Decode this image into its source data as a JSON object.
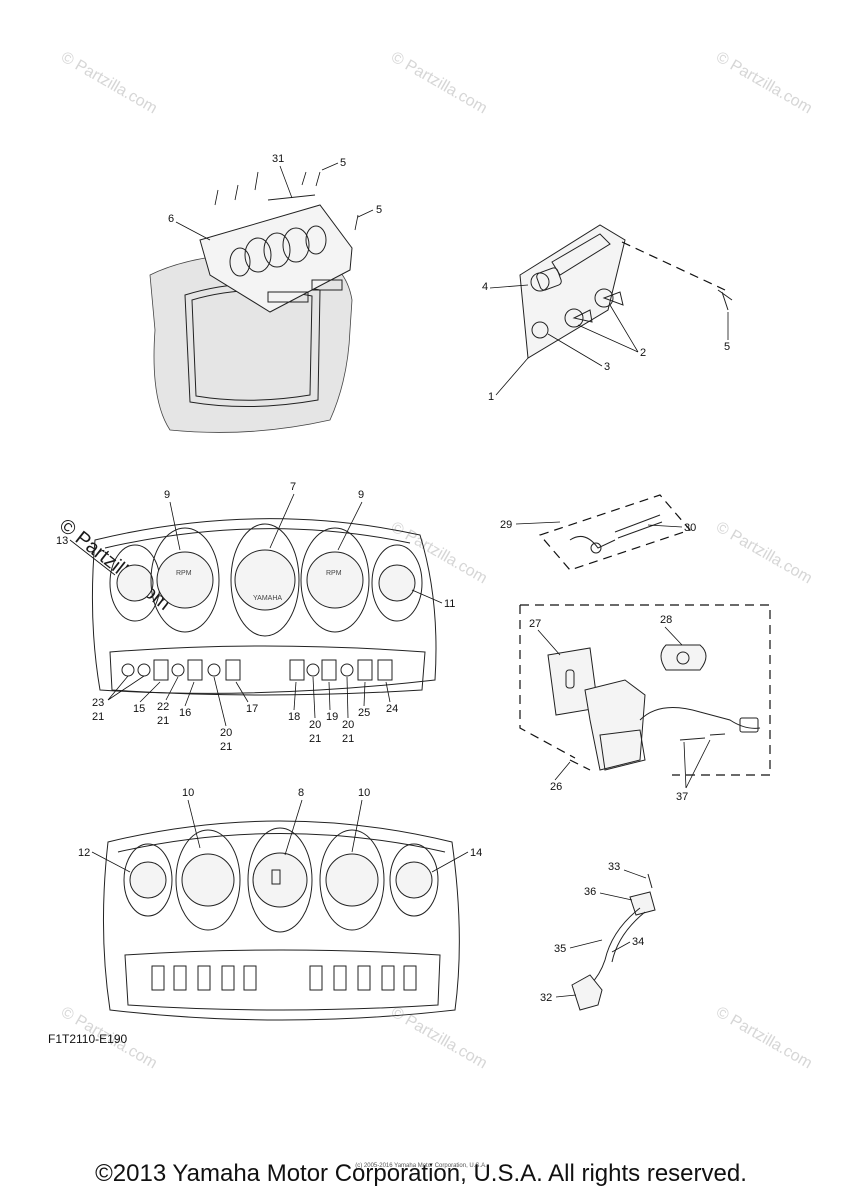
{
  "watermark": {
    "text": "© Partzilla.com"
  },
  "diagram_code": "F1T2110-E190",
  "footer": {
    "copyright": "©2013 Yamaha Motor Corporation, U.S.A. All rights reserved.",
    "fine_print": "(c) 2005-2016 Yamaha Motor Corporation, U.S.A."
  },
  "gauge_text": {
    "rpm": "RPM",
    "yamaha": "YAMAHA"
  },
  "callouts": {
    "c31": "31",
    "c5a": "5",
    "c5b": "5",
    "c6": "6",
    "c4": "4",
    "c2": "2",
    "c3": "3",
    "c1": "1",
    "c5c": "5",
    "c9a": "9",
    "c7": "7",
    "c9b": "9",
    "c13": "13",
    "c11": "11",
    "c23": "23",
    "c21a": "21",
    "c15": "15",
    "c22": "22",
    "c21b": "21",
    "c16": "16",
    "c20a": "20",
    "c21c": "21",
    "c17": "17",
    "c18": "18",
    "c20b": "20",
    "c21d": "21",
    "c19": "19",
    "c20c": "20",
    "c21e": "21",
    "c25": "25",
    "c24": "24",
    "c29": "29",
    "c30": "30",
    "c27": "27",
    "c28": "28",
    "c26": "26",
    "c37": "37",
    "c10a": "10",
    "c8": "8",
    "c10b": "10",
    "c12": "12",
    "c14": "14",
    "c33": "33",
    "c36": "36",
    "c34": "34",
    "c35": "35",
    "c32": "32"
  }
}
